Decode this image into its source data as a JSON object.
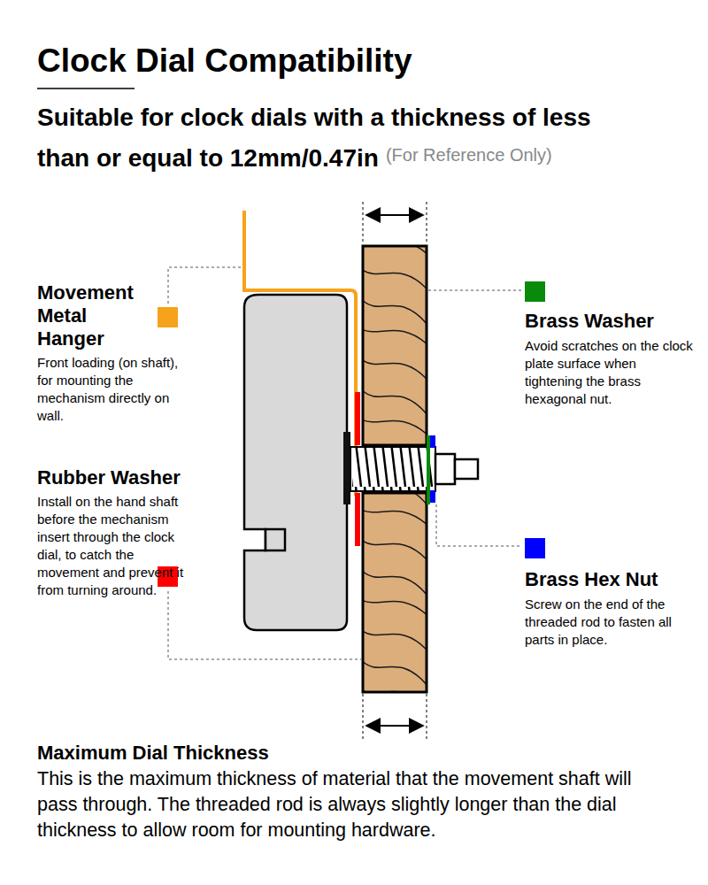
{
  "diagram": {
    "title": "Clock Dial Compatibility",
    "labels": [
      "Suitable for clock dials with a thickness of less than or equal to 12mm/0.47in",
      "(For Reference Only)",
      "Front loading (on shaft), for mounting the mechanism directly on wall.",
      "Install on the hand shaft before the mechanism insert through the clock dial, to catch the movement and prevent it from turning around.",
      "Avoid scratches on the clock plate surface when tightening the brass hexagonal nut.",
      "Screw on the end of the threaded rod to fasten all parts in place.",
      "Maximum Dial Thickness",
      "This is the maximum thickness of material that the movement shaft will pass through. The threaded rod is always slightly longer than the dial thickness to allow room for mounting hardware."
    ],
    "legend": [
      {
        "text": "Movement Metal Hanger",
        "color": "#f7a21b"
      },
      {
        "text": "Rubber Washer",
        "color": "#ff0000"
      },
      {
        "text": "Brass Washer",
        "color": "#0a8a0a"
      },
      {
        "text": "Brass Hex Nut",
        "color": "#0000ff"
      }
    ]
  }
}
